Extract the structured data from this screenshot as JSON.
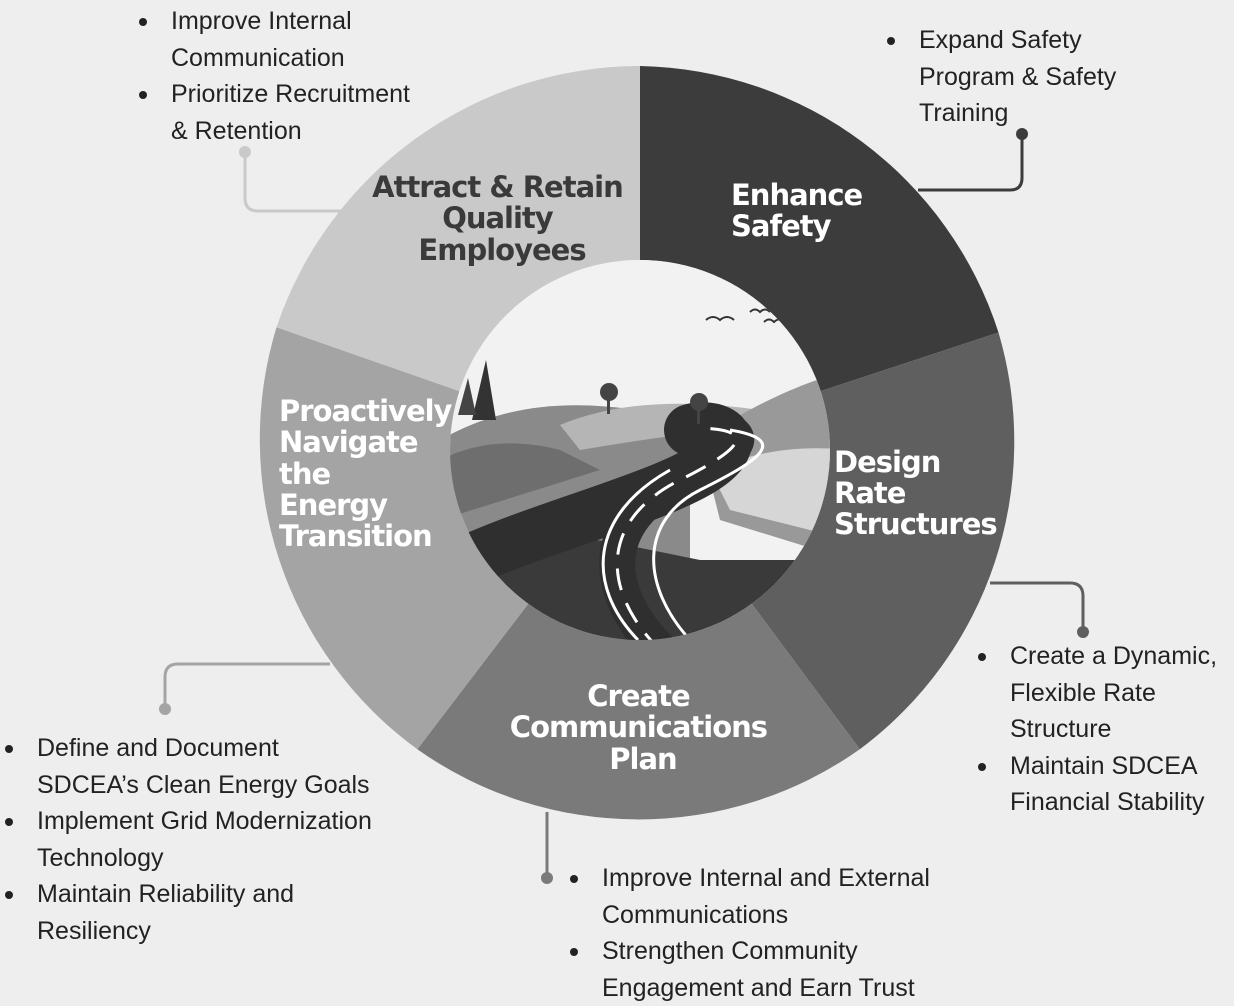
{
  "segments": {
    "safety": {
      "title": [
        "Enhance",
        "Safety"
      ],
      "fill": "#3c3c3c",
      "bullets": [
        "Expand Safety",
        "Program & Safety",
        "Training"
      ]
    },
    "rates": {
      "title": [
        "Design",
        "Rate",
        "Structures"
      ],
      "fill": "#5f5f5f",
      "bullets": [
        "Create a Dynamic,",
        "Flexible Rate",
        "Structure",
        "Maintain SDCEA",
        "Financial Stability"
      ]
    },
    "communications": {
      "title": [
        "Create",
        "Communications",
        "Plan"
      ],
      "fill": "#7a7a7a",
      "bullets": [
        "Improve Internal and External",
        "Communications",
        "Strengthen Community",
        "Engagement and Earn Trust"
      ]
    },
    "energy": {
      "title": [
        "Proactively",
        "Navigate",
        "the",
        "Energy",
        "Transition"
      ],
      "fill": "#a4a4a4",
      "bullets": [
        "Define and Document",
        "SDCEA’s Clean Energy Goals",
        "Implement Grid Modernization",
        "Technology",
        "Maintain Reliability and",
        "Resiliency"
      ]
    },
    "employees": {
      "title": [
        "Attract & Retain",
        "Quality",
        "Employees"
      ],
      "fill": "#c9c9c9",
      "bullets": [
        "Improve Internal",
        "Communication",
        "Prioritize Recruitment",
        "& Retention"
      ]
    }
  },
  "center_image": "winding-road-landscape"
}
